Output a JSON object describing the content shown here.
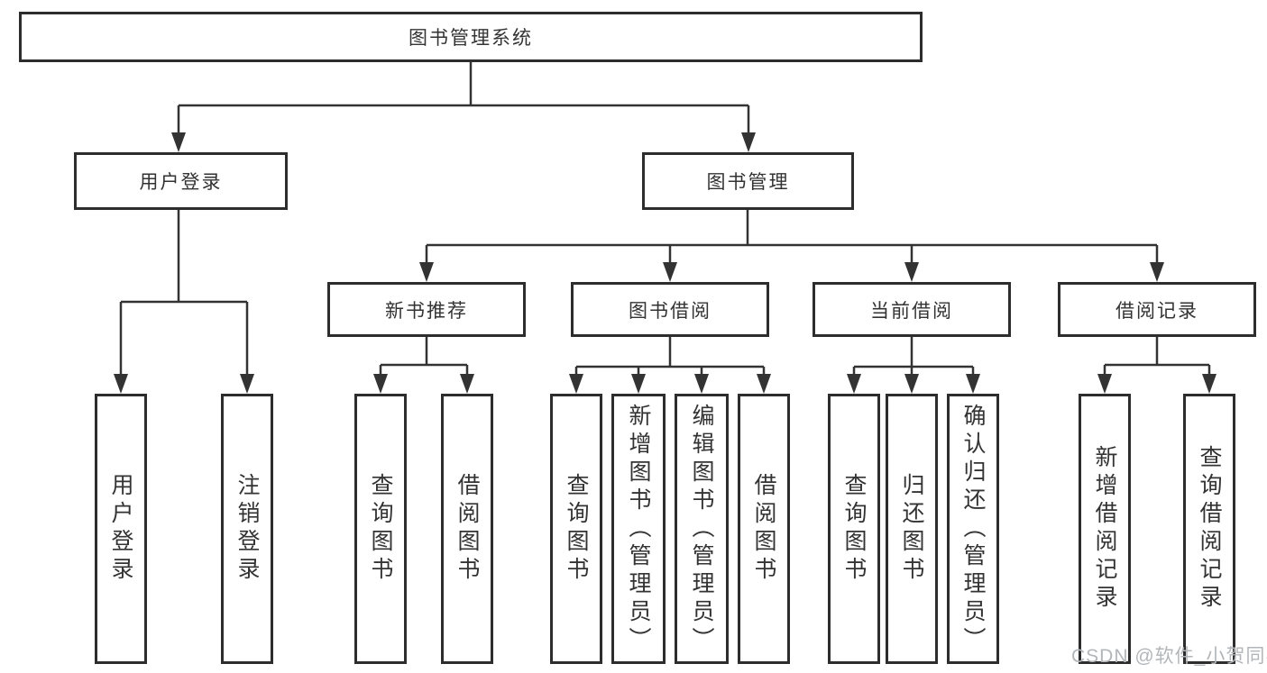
{
  "diagram": {
    "title": "图书管理系统",
    "tree": {
      "label": "图书管理系统",
      "children": [
        {
          "label": "用户登录",
          "children": [
            {
              "label": "用户登录"
            },
            {
              "label": "注销登录"
            }
          ]
        },
        {
          "label": "图书管理",
          "children": [
            {
              "label": "新书推荐",
              "children": [
                {
                  "label": "查询图书"
                },
                {
                  "label": "借阅图书"
                }
              ]
            },
            {
              "label": "图书借阅",
              "children": [
                {
                  "label": "查询图书"
                },
                {
                  "label": "新增图书（管理员）"
                },
                {
                  "label": "编辑图书（管理员）"
                },
                {
                  "label": "借阅图书"
                }
              ]
            },
            {
              "label": "当前借阅",
              "children": [
                {
                  "label": "查询图书"
                },
                {
                  "label": "归还图书"
                },
                {
                  "label": "确认归还（管理员）"
                }
              ]
            },
            {
              "label": "借阅记录",
              "children": [
                {
                  "label": "新增借阅记录"
                },
                {
                  "label": "查询借阅记录"
                }
              ]
            }
          ]
        }
      ]
    }
  },
  "watermark": {
    "text": "CSDN @软件_小贺同学"
  },
  "colors": {
    "line": "#333333",
    "box_border": "#2d2d2d",
    "text": "#333333",
    "watermark": "#b3b6b9",
    "background": "#ffffff"
  }
}
